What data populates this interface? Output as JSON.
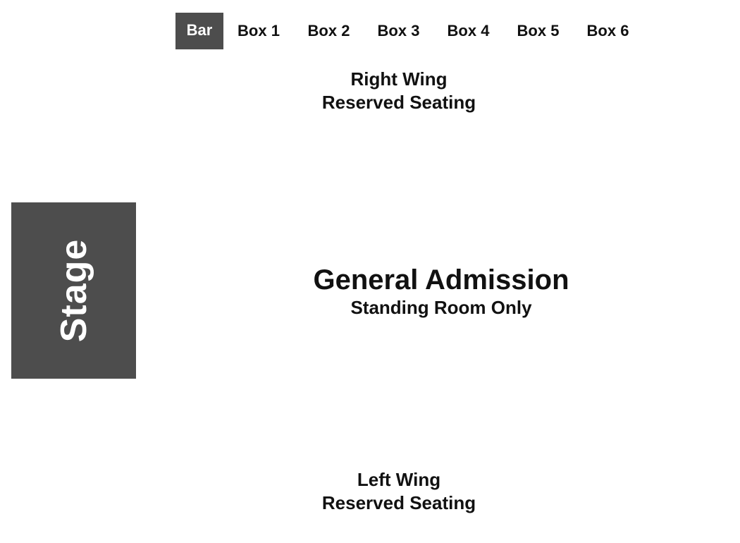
{
  "top_row": {
    "bar_label": "Bar",
    "boxes": [
      "Box 1",
      "Box 2",
      "Box 3",
      "Box 4",
      "Box 5",
      "Box 6"
    ]
  },
  "right_wing": {
    "name": "Right Wing",
    "type": "Reserved Seating"
  },
  "stage": {
    "label": "Stage"
  },
  "general_admission": {
    "title": "General Admission",
    "subtitle": "Standing Room Only"
  },
  "left_wing": {
    "name": "Left Wing",
    "type": "Reserved Seating"
  },
  "colors": {
    "block_fill": "#4d4d4d",
    "block_text": "#ffffff",
    "text": "#111111",
    "background": "#ffffff"
  }
}
